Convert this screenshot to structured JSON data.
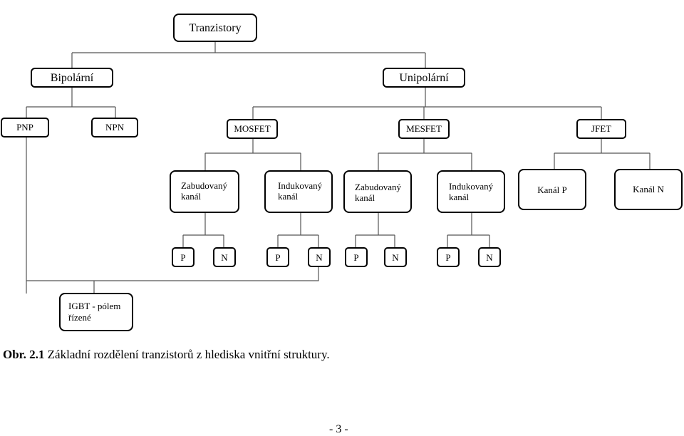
{
  "nodes": {
    "root": "Tranzistory",
    "bipolar": "Bipolární",
    "unipolar": "Unipolární",
    "pnp": "PNP",
    "npn": "NPN",
    "mosfet": "MOSFET",
    "mesfet": "MESFET",
    "jfet": "JFET",
    "mos_built_in": [
      "Zabudovaný",
      "kanál"
    ],
    "mos_induced": [
      "Indukovaný",
      "kanál"
    ],
    "mes_built_in": [
      "Zabudovaný",
      "kanál"
    ],
    "mes_induced": [
      "Indukovaný",
      "kanál"
    ],
    "channel_p": "Kanál P",
    "channel_n": "Kanál N",
    "p": "P",
    "n": "N",
    "igbt": [
      "IGBT - pólem",
      "řízené"
    ]
  },
  "caption": {
    "label": "Obr. 2.1",
    "text": " Základní rozdělení tranzistorů z hlediska vnitřní struktury."
  },
  "page_number": "- 3 -"
}
